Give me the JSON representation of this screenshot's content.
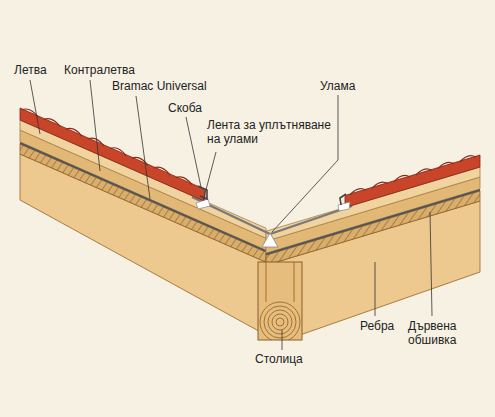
{
  "diagram": {
    "labels": [
      "Летва",
      "Контралетва",
      "Bramac Universal",
      "Скоба",
      "Лента за уплътняване на улами",
      "Улама",
      "Столица",
      "Ребра",
      "Дървена обшивка"
    ]
  }
}
